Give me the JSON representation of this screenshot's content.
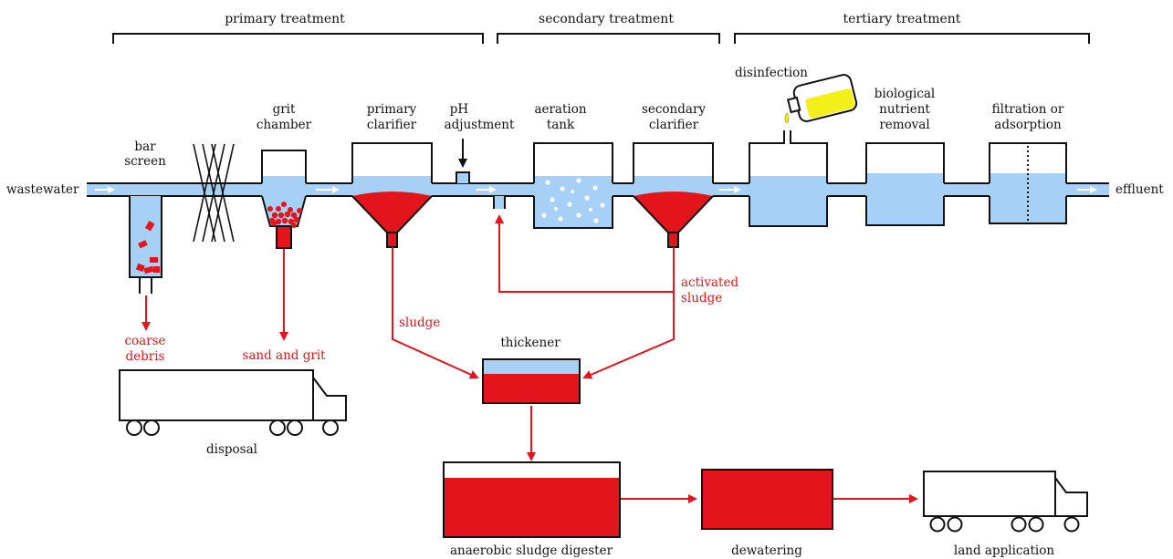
{
  "stages": {
    "primary": "primary treatment",
    "secondary": "secondary treatment",
    "tertiary": "tertiary treatment"
  },
  "process": {
    "input": "wastewater",
    "output": "effluent",
    "bar_screen": [
      "bar",
      "screen"
    ],
    "grit_chamber": [
      "grit",
      "chamber"
    ],
    "primary_clarifier": [
      "primary",
      "clarifier"
    ],
    "ph_adjustment": [
      "pH",
      "adjustment"
    ],
    "aeration_tank": [
      "aeration",
      "tank"
    ],
    "secondary_clarifier": [
      "secondary",
      "clarifier"
    ],
    "disinfection": "disinfection",
    "biological_nutrient_removal": [
      "biological",
      "nutrient",
      "removal"
    ],
    "filtration": [
      "filtration or",
      "adsorption"
    ]
  },
  "flows": {
    "coarse_debris": [
      "coarse",
      "debris"
    ],
    "sand_and_grit": "sand and grit",
    "sludge": "sludge",
    "activated_sludge": [
      "activated",
      "sludge"
    ]
  },
  "solids": {
    "thickener": "thickener",
    "disposal": "disposal",
    "digester": "anaerobic sludge digester",
    "dewatering": "dewatering",
    "land_application": "land application"
  },
  "colors": {
    "water": "#a6d0f5",
    "sludge": "#e3141b",
    "outline": "#111111"
  }
}
